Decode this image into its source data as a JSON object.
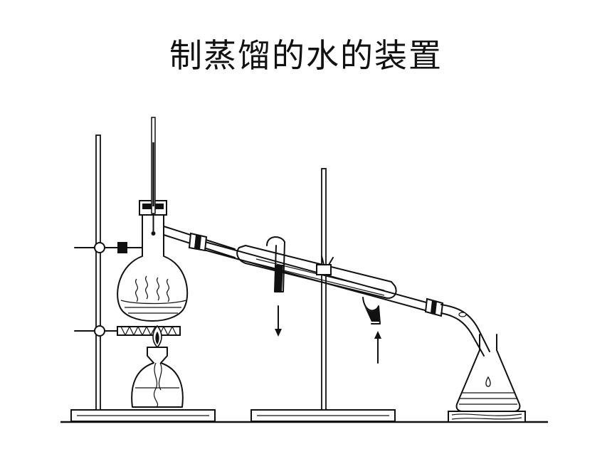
{
  "title": "制蒸馏的水的装置",
  "colors": {
    "ink": "#111111",
    "background": "#ffffff"
  },
  "components": [
    {
      "name": "iron-stand-left",
      "icon": "iron-stand-icon"
    },
    {
      "name": "thermometer",
      "icon": "thermometer-icon"
    },
    {
      "name": "distillation-flask",
      "icon": "round-bottom-flask-icon"
    },
    {
      "name": "alcohol-lamp",
      "icon": "alcohol-lamp-icon"
    },
    {
      "name": "condenser",
      "icon": "liebig-condenser-icon"
    },
    {
      "name": "iron-stand-middle",
      "icon": "iron-stand-icon"
    },
    {
      "name": "adapter",
      "icon": "adapter-tube-icon"
    },
    {
      "name": "erlenmeyer-flask",
      "icon": "conical-flask-icon"
    },
    {
      "name": "wood-block",
      "icon": "wood-block-icon"
    }
  ],
  "water_flow": {
    "inlet": "bottom",
    "outlet": "top"
  }
}
